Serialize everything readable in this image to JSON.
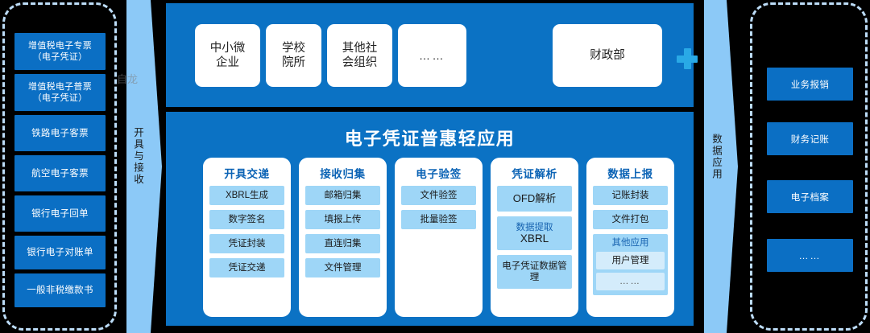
{
  "left_group": {
    "name": "electronic-vouchers-sources",
    "items": [
      {
        "label": "增值税电子专票\n（电子凭证）",
        "line1": "增值税电子专票",
        "line2": "（电子凭证）"
      },
      {
        "label": "增值税电子普票\n（电子凭证）",
        "line1": "增值税电子普票",
        "line2": "（电子凭证）"
      },
      {
        "label": "铁路电子客票"
      },
      {
        "label": "航空电子客票"
      },
      {
        "label": "银行电子回单"
      },
      {
        "label": "银行电子对账单"
      },
      {
        "label": "一般非税缴款书"
      }
    ]
  },
  "left_arrow": {
    "label": "开具与接收",
    "watermark": "自龙"
  },
  "org_band": {
    "boxes": [
      {
        "line1": "中小微",
        "line2": "企业"
      },
      {
        "line1": "学校",
        "line2": "院所"
      },
      {
        "line1": "其他社",
        "line2": "会组织"
      },
      {
        "line1": "……",
        "line2": ""
      }
    ],
    "plus_icon": "plus-icon",
    "ministry": {
      "line1": "财政部"
    }
  },
  "app_panel": {
    "title": "电子凭证普惠轻应用",
    "columns": [
      {
        "title": "开具交递",
        "items": [
          {
            "text": "XBRL生成"
          },
          {
            "text": "数字签名"
          },
          {
            "text": "凭证封装"
          },
          {
            "text": "凭证交递"
          }
        ]
      },
      {
        "title": "接收归集",
        "items": [
          {
            "text": "邮箱归集"
          },
          {
            "text": "填报上传"
          },
          {
            "text": "直连归集"
          },
          {
            "text": "文件管理"
          }
        ]
      },
      {
        "title": "电子验签",
        "items": [
          {
            "text": "文件验签"
          },
          {
            "text": "批量验签"
          }
        ]
      },
      {
        "title": "凭证解析",
        "items": [
          {
            "text": "OFD解析"
          },
          {
            "line1": "数据提取",
            "line2": "XBRL"
          },
          {
            "text": "电子凭证数据管理"
          }
        ]
      },
      {
        "title": "数据上报",
        "items": [
          {
            "text": "记账封装"
          },
          {
            "text": "文件打包"
          }
        ],
        "subgroup": {
          "title": "其他应用",
          "items": [
            {
              "text": "用户管理"
            },
            {
              "text": "……"
            }
          ]
        }
      }
    ]
  },
  "right_arrow": {
    "label": "数据应用"
  },
  "right_group": {
    "name": "data-applications",
    "items": [
      {
        "label": "业务报销"
      },
      {
        "label": "财务记账"
      },
      {
        "label": "电子档案"
      },
      {
        "label": "……"
      }
    ]
  },
  "colors": {
    "panel_blue": "#0b72c4",
    "chip_blue": "#0b6fc4",
    "item_blue": "#9ed6f7",
    "sub_item_blue": "#d4ecfb",
    "accent_cyan": "#29a9e6",
    "arrow_blue": "#8cc9f7",
    "dashed_border": "#bcdcf7",
    "title_blue": "#0b63b5"
  }
}
